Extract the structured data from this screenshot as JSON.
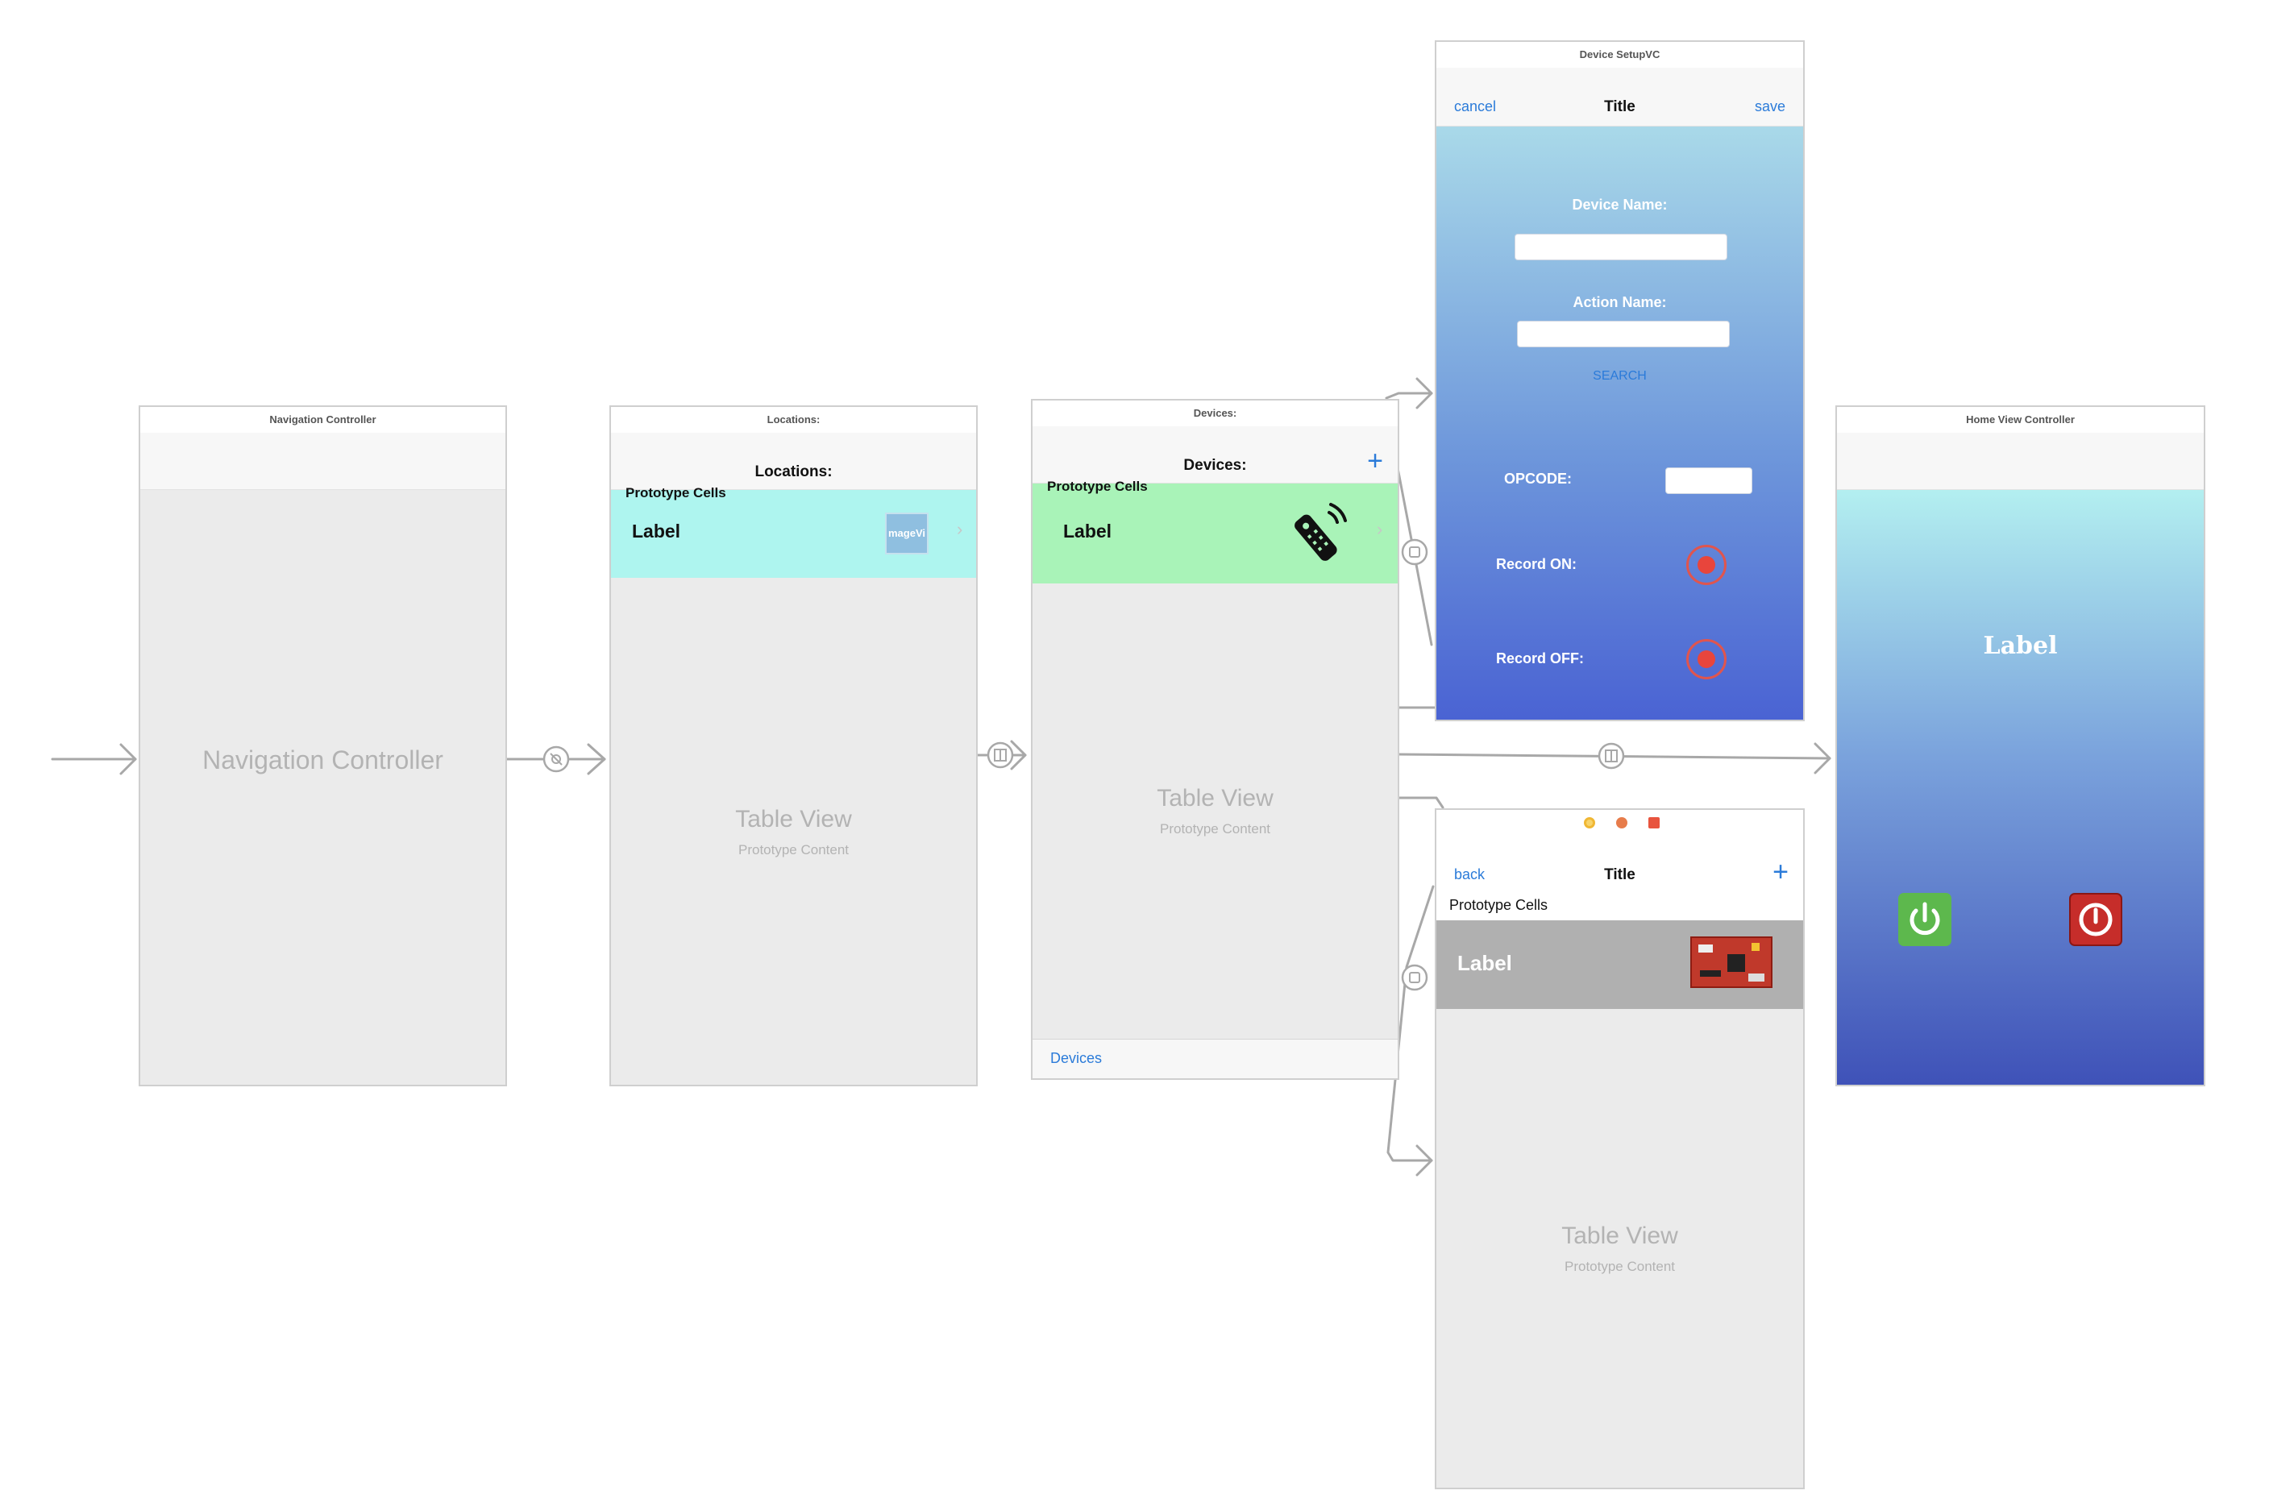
{
  "scenes": {
    "navigation": {
      "title": "Navigation Controller",
      "placeholder": "Navigation Controller"
    },
    "locations": {
      "title": "Locations:",
      "nav_title": "Locations:",
      "section": "Prototype Cells",
      "cell_label": "Label",
      "image_placeholder": "mageVi",
      "table_title": "Table View",
      "table_sub": "Prototype Content"
    },
    "devices": {
      "title": "Devices:",
      "nav_title": "Devices:",
      "plus": "+",
      "section": "Prototype Cells",
      "cell_label": "Label",
      "table_title": "Table View",
      "table_sub": "Prototype Content",
      "toolbar_item": "Devices"
    },
    "device_setup": {
      "title": "Device SetupVC",
      "nav_left": "cancel",
      "nav_title": "Title",
      "nav_right": "save",
      "device_name_label": "Device Name:",
      "action_name_label": "Action Name:",
      "search": "SEARCH",
      "opcode_label": "OPCODE:",
      "record_on_label": "Record ON:",
      "record_off_label": "Record OFF:"
    },
    "actions": {
      "nav_left": "back",
      "nav_title": "Title",
      "plus": "+",
      "section": "Prototype Cells",
      "cell_label": "Label",
      "table_title": "Table View",
      "table_sub": "Prototype Content"
    },
    "home": {
      "title": "Home View Controller",
      "label": "Label"
    }
  },
  "colors": {
    "locations_cell": "#aef5ef",
    "devices_cell": "#a9f3b8",
    "action_cell": "#b0b0b0",
    "setup_gradient_top": "#a9d9e9",
    "setup_gradient_bottom": "#4a63d3",
    "home_gradient_top": "#b3eff0",
    "home_gradient_bottom": "#3f52b8",
    "power_on": "#5db84d",
    "power_off": "#c62d2a",
    "accent_blue": "#2b7bd9"
  },
  "icons": [
    "remote-control-icon",
    "circuit-board-image",
    "power-on-icon",
    "power-off-icon",
    "battery-icon",
    "record-icon"
  ]
}
